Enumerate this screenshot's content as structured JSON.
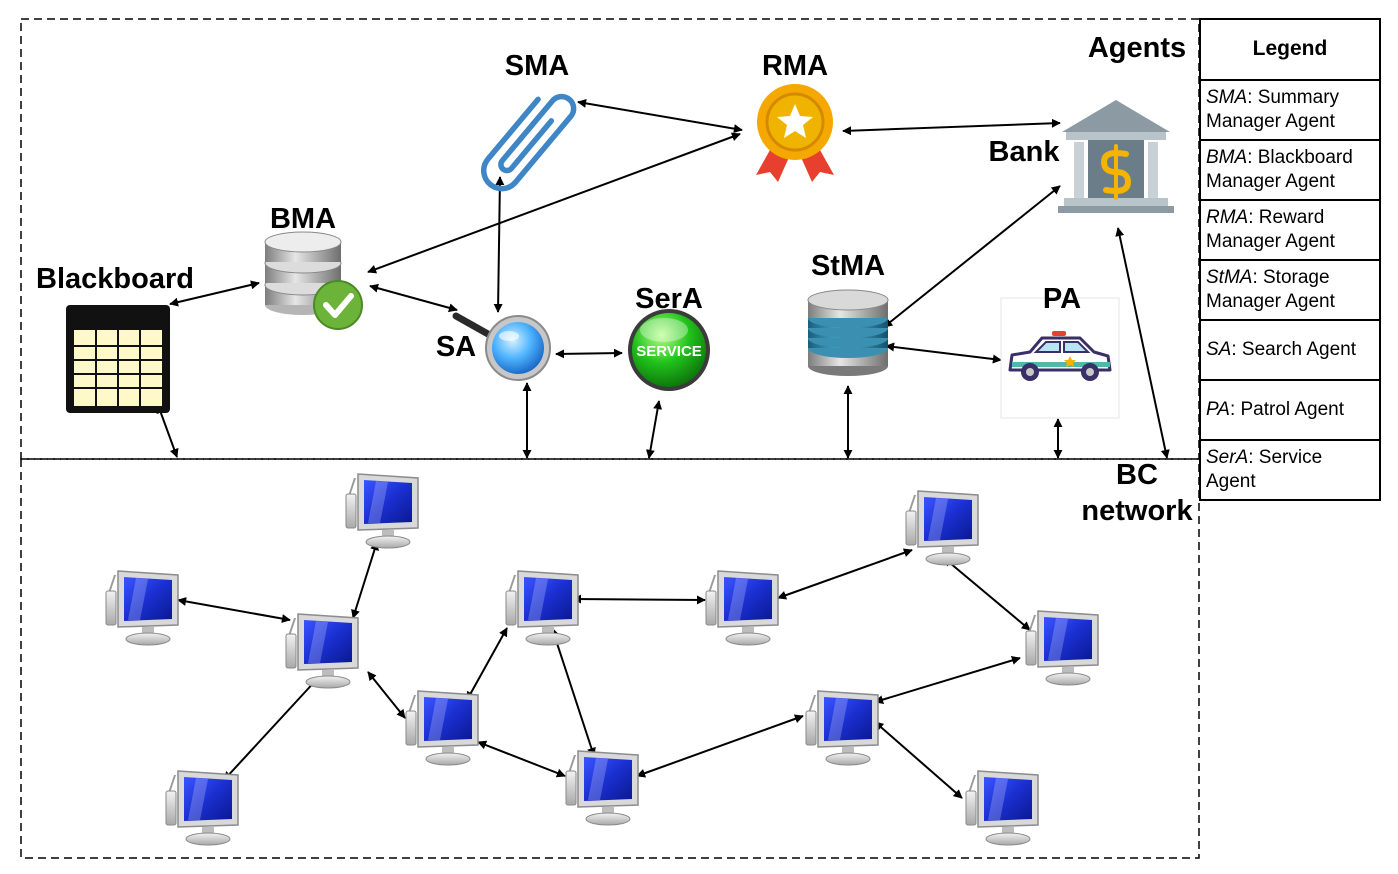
{
  "regions": {
    "agents_label": "Agents",
    "bc_label_line1": "BC",
    "bc_label_line2": "network"
  },
  "agents": {
    "sma": "SMA",
    "rma": "RMA",
    "bank": "Bank",
    "bma": "BMA",
    "blackboard": "Blackboard",
    "stma": "StMA",
    "sera": "SerA",
    "sa": "SA",
    "pa": "PA",
    "service_badge": "SERVICE"
  },
  "legend": {
    "title": "Legend",
    "entries": [
      {
        "abbr": "SMA",
        "line1": ": Summary",
        "line2": "Manager Agent"
      },
      {
        "abbr": "BMA",
        "line1": ": Blackboard",
        "line2": "Manager Agent"
      },
      {
        "abbr": "RMA",
        "line1": ": Reward",
        "line2": "Manager Agent"
      },
      {
        "abbr": "StMA",
        "line1": ": Storage",
        "line2": "Manager Agent"
      },
      {
        "abbr": "SA",
        "line1": ": Search Agent",
        "line2": ""
      },
      {
        "abbr": "PA",
        "line1": ": Patrol Agent",
        "line2": ""
      },
      {
        "abbr": "SerA",
        "line1": ": Service",
        "line2": "Agent"
      }
    ]
  },
  "colors": {
    "monitor_blue": "#1a2fd0",
    "rma_gold": "#f5a800",
    "rma_ribbon": "#e8402e",
    "sma_clip": "#3f86c6",
    "service_green": "#21c21b",
    "bma_check": "#6cb33a",
    "bank_dollar": "#f4b400",
    "stma_teal": "#2a8fb0"
  }
}
